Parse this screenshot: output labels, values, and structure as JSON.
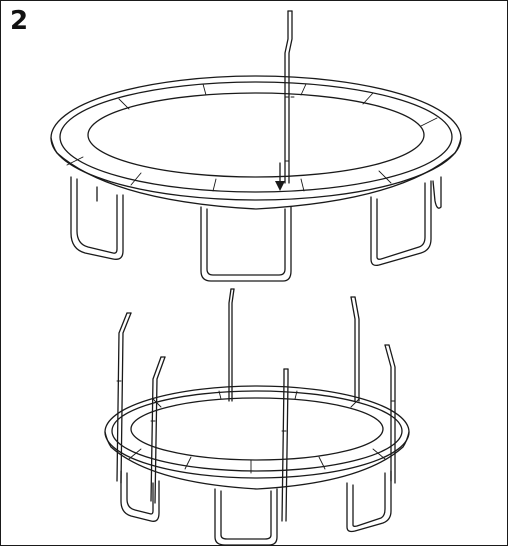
{
  "step_number": "2",
  "figure": {
    "panels": [
      {
        "name": "insert-pole-into-leg"
      },
      {
        "name": "all-poles-installed"
      }
    ]
  },
  "colors": {
    "stroke": "#1a1a1a",
    "background": "#ffffff"
  }
}
